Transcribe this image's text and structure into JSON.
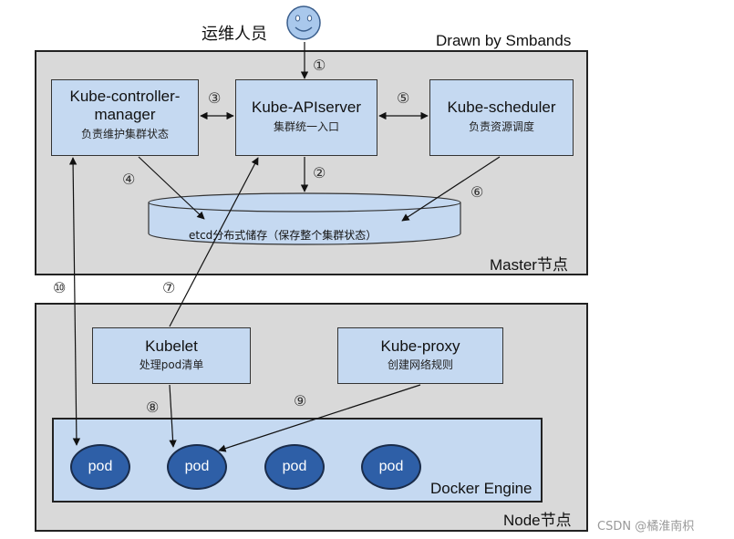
{
  "top": {
    "operator_label": "运维人员",
    "credit": "Drawn by Smbands",
    "watermark": "CSDN @橘淮南枳"
  },
  "master": {
    "label": "Master节点",
    "controller_manager": {
      "title_line1": "Kube-controller-",
      "title_line2": "manager",
      "subtitle": "负责维护集群状态"
    },
    "apiserver": {
      "title": "Kube-APIserver",
      "subtitle": "集群统一入口"
    },
    "scheduler": {
      "title": "Kube-scheduler",
      "subtitle": "负责资源调度"
    },
    "etcd": {
      "label": "etcd分布式储存（保存整个集群状态）"
    }
  },
  "node": {
    "label": "Node节点",
    "kubelet": {
      "title": "Kubelet",
      "subtitle": "处理pod清单"
    },
    "proxy": {
      "title": "Kube-proxy",
      "subtitle": "创建网络规则"
    },
    "docker": {
      "label": "Docker Engine"
    },
    "pods": [
      "pod",
      "pod",
      "pod",
      "pod"
    ]
  },
  "steps": {
    "s1": "①",
    "s2": "②",
    "s3": "③",
    "s4": "④",
    "s5": "⑤",
    "s6": "⑥",
    "s7": "⑦",
    "s8": "⑧",
    "s9": "⑨",
    "s10": "⑩"
  },
  "colors": {
    "region_fill": "#d9d9d9",
    "box_fill": "#c5d9f1",
    "pod_fill": "#2e5fa7",
    "smiley_fill": "#a9c8ec"
  }
}
